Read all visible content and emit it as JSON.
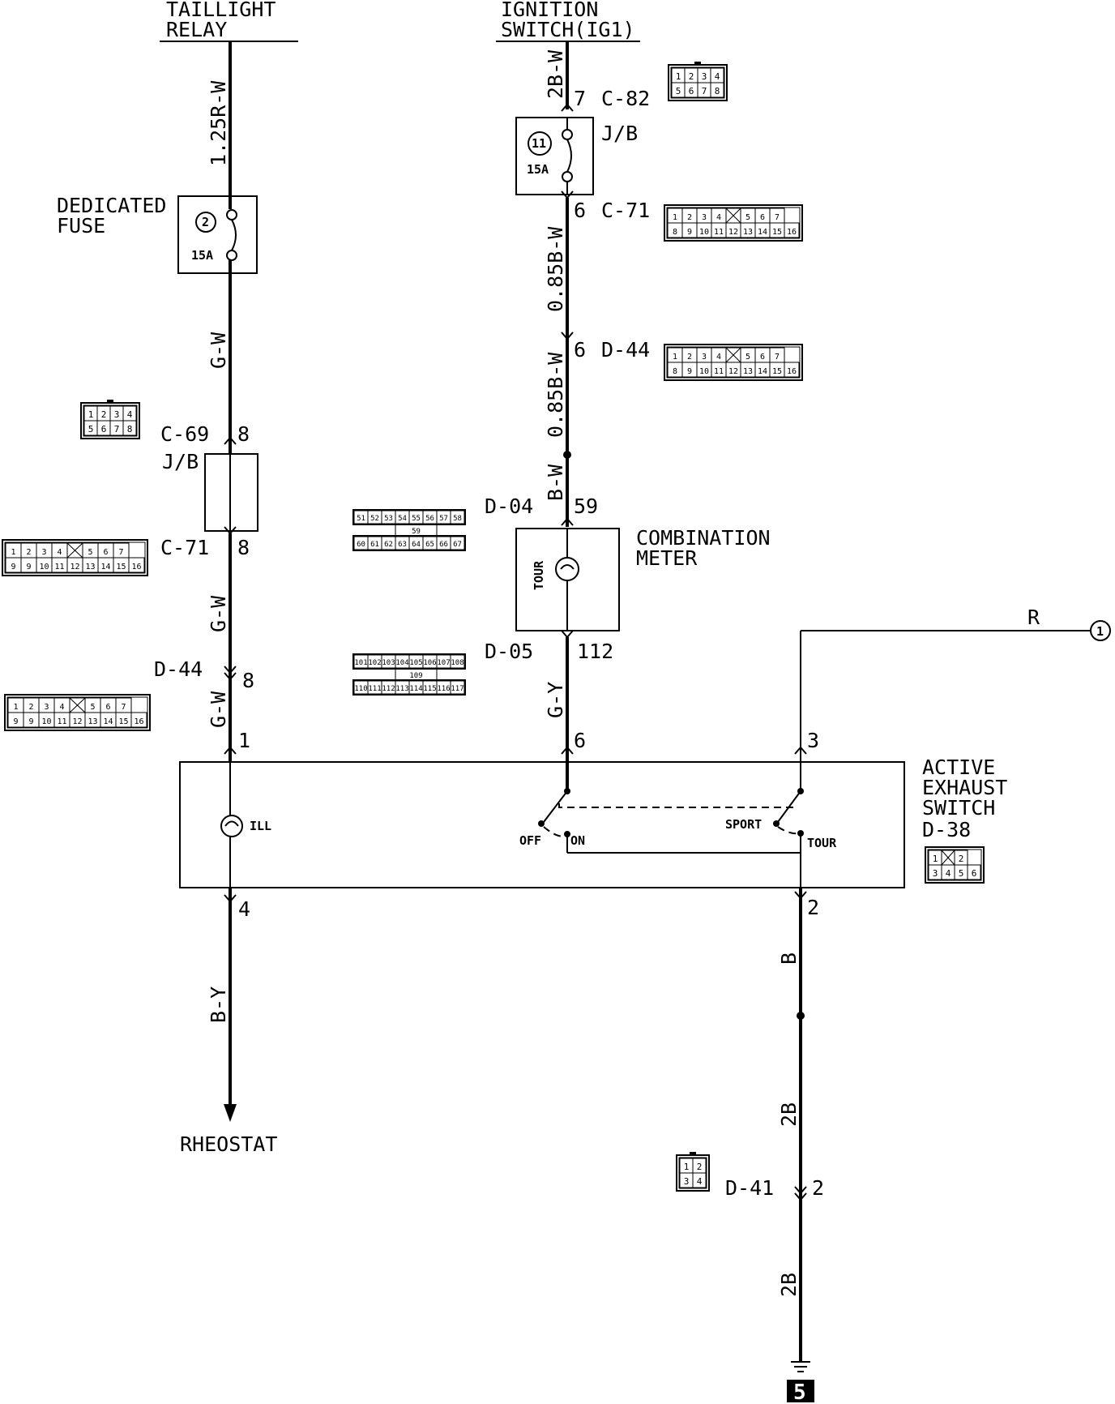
{
  "sources": {
    "taillight_relay": "TAILLIGHT\nRELAY",
    "ignition_switch": "IGNITION\nSWITCH(IG1)"
  },
  "wires": {
    "r_w_125": "1.25R-W",
    "g_w_upper": "G-W",
    "g_w_mid": "G-W",
    "g_w_lower": "G-W",
    "b_y": "B-Y",
    "w_2b_w": "2B-W",
    "w_085bw_upper": "0.85B-W",
    "w_085bw_lower": "0.85B-W",
    "b_w": "B-W",
    "g_y": "G-Y",
    "r": "R",
    "b": "B",
    "w_2b_upper": "2B",
    "w_2b_lower": "2B"
  },
  "fuses": {
    "dedicated_label": "DEDICATED\nFUSE",
    "dedicated_num": "2",
    "dedicated_amp": "15A",
    "jb_num": "11",
    "jb_amp": "15A"
  },
  "connectors": {
    "c82": {
      "name": "C-82",
      "pin": "7"
    },
    "c71_right": {
      "name": "C-71",
      "pin": "6"
    },
    "d44_right": {
      "name": "D-44",
      "pin": "6"
    },
    "d04": {
      "name": "D-04",
      "pin": "59"
    },
    "d05": {
      "name": "D-05",
      "pin": "112"
    },
    "c69": {
      "name": "C-69",
      "pin": "8"
    },
    "c71_left": {
      "name": "C-71",
      "pin": "8"
    },
    "d44_left": {
      "name": "D-44",
      "pin": "8"
    },
    "d41": {
      "name": "D-41",
      "pin": "2"
    },
    "d38": {
      "name": "D-38"
    },
    "switch_pins": {
      "p1": "1",
      "p6": "6",
      "p3": "3",
      "p4": "4",
      "p2": "2"
    }
  },
  "jb_label_top": "J/B",
  "jb_label_left": "J/B",
  "combination_meter": {
    "label": "COMBINATION\nMETER",
    "lamp": "TOUR"
  },
  "active_exhaust_switch": {
    "label": "ACTIVE\nEXHAUST\nSWITCH",
    "ill": "ILL",
    "off": "OFF",
    "on": "ON",
    "sport": "SPORT",
    "tour": "TOUR"
  },
  "circle_ref": "1",
  "rheostat": "RHEOSTAT",
  "ground_num": "5",
  "connector_faces": {
    "eight": {
      "row1": [
        "1",
        "2",
        "3",
        "4"
      ],
      "row2": [
        "5",
        "6",
        "7",
        "8"
      ]
    },
    "sixteen": {
      "row1": [
        "1",
        "2",
        "3",
        "4",
        "",
        "5",
        "6",
        "7"
      ],
      "row2": [
        "8",
        "9",
        "10",
        "11",
        "12",
        "13",
        "14",
        "15",
        "16"
      ]
    },
    "sixteen_b": {
      "row1": [
        "1",
        "2",
        "3",
        "4",
        "",
        "5",
        "6",
        "7"
      ],
      "row2": [
        "9",
        "9",
        "10",
        "11",
        "12",
        "13",
        "14",
        "15",
        "16"
      ]
    },
    "d04": {
      "row1": [
        "51",
        "52",
        "53",
        "54",
        "55",
        "56",
        "57",
        "58"
      ],
      "mid": "59",
      "row2": [
        "60",
        "61",
        "62",
        "63",
        "64",
        "65",
        "66",
        "67"
      ]
    },
    "d05": {
      "row1": [
        "101",
        "102",
        "103",
        "104",
        "105",
        "106",
        "107",
        "108"
      ],
      "mid": "109",
      "row2": [
        "110",
        "111",
        "112",
        "113",
        "114",
        "115",
        "116",
        "117"
      ]
    },
    "d41": {
      "row1": [
        "1",
        "2"
      ],
      "row2": [
        "3",
        "4"
      ]
    },
    "d38": {
      "row1": [
        "1",
        "",
        "2"
      ],
      "row2": [
        "3",
        "4",
        "5",
        "6"
      ]
    }
  }
}
